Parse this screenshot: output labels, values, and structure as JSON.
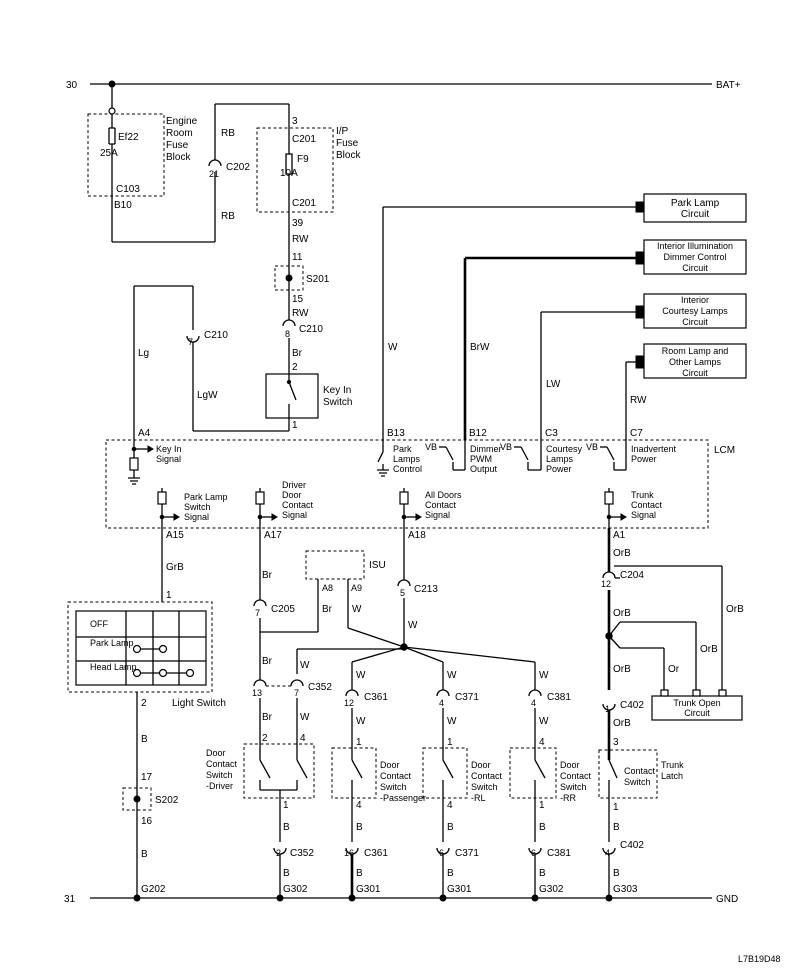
{
  "rails": {
    "left_top": "30",
    "right_top": "BAT+",
    "left_bottom": "31",
    "right_bottom": "GND"
  },
  "drawing_code": "L7B19D48",
  "engine_fuse_block": {
    "label": [
      "Engine",
      "Room",
      "Fuse",
      "Block"
    ],
    "fuse": "Ef22",
    "rating": "25A",
    "connector": "C103",
    "pin": "B10"
  },
  "ip_fuse_block": {
    "label": [
      "I/P",
      "Fuse",
      "Block"
    ],
    "fuse": "F9",
    "rating": "10A",
    "conn_top": "C201",
    "conn_bottom": "C201",
    "pin_top": "3",
    "pin_bottom": "39"
  },
  "wires": {
    "rb1": "RB",
    "rb2": "RB",
    "rw1": "RW",
    "rw2": "RW",
    "lg": "Lg",
    "lgw": "LgW",
    "br": "Br",
    "w": "W",
    "brw": "BrW",
    "lw": "LW",
    "rw3": "RW",
    "grb": "GrB",
    "b": "B",
    "orb": "OrB",
    "or": "Or"
  },
  "connectors": {
    "c202": "C202",
    "c202_pin": "21",
    "s201": "S201",
    "s201_top": "11",
    "s201_bot": "15",
    "c210a": "C210",
    "c210a_pin": "7",
    "c210b": "C210",
    "c210b_pin": "8",
    "c205": "C205",
    "c205_pin": "7",
    "c213": "C213",
    "c213_pin": "5",
    "c204": "C204",
    "c204_pin": "12",
    "c352": "C352",
    "c352_p1": "13",
    "c352_p2": "7",
    "c361": "C361",
    "c361_pin": "12",
    "c371": "C371",
    "c371_pin": "4",
    "c381": "C381",
    "c381_pin": "4",
    "c402": "C402",
    "c402_pin": "1",
    "s202": "S202",
    "s202_top": "17",
    "s202_bot": "16",
    "c352b": "C352",
    "c352b_pin": "2",
    "c361b": "C361",
    "c361b_pin": "16",
    "c371b": "C371",
    "c371b_pin": "6",
    "c381b": "C381",
    "c381b_pin": "6",
    "c402b": "C402",
    "c402b_pin": "4"
  },
  "grounds": {
    "g202": "G202",
    "g302a": "G302",
    "g301a": "G301",
    "g301b": "G301",
    "g302b": "G302",
    "g303": "G303"
  },
  "key_in_switch": {
    "label": [
      "Key In",
      "Switch"
    ],
    "pin_top": "2",
    "pin_bot": "1"
  },
  "lcm": {
    "label": "LCM",
    "vb": "VB",
    "pins": {
      "a4": "A4",
      "b13": "B13",
      "b12": "B12",
      "c3": "C3",
      "c7": "C7",
      "a15": "A15",
      "a17": "A17",
      "a18": "A18",
      "a1": "A1",
      "a8": "A8",
      "a9": "A9"
    },
    "signals": {
      "key_in": [
        "Key In",
        "Signal"
      ],
      "park_lamps": [
        "Park",
        "Lamps",
        "Control"
      ],
      "dimmer": [
        "Dimmer",
        "PWM",
        "Output"
      ],
      "courtesy": [
        "Courtesy",
        "Lamps",
        "Power"
      ],
      "inadvertent": [
        "Inadvertent",
        "Power"
      ],
      "park_switch": [
        "Park Lamp",
        "Switch",
        "Signal"
      ],
      "driver_door": [
        "Driver",
        "Door",
        "Contact",
        "Signal"
      ],
      "all_doors": [
        "All Doors",
        "Contact",
        "Signal"
      ],
      "trunk": [
        "Trunk",
        "Contact",
        "Signal"
      ]
    }
  },
  "circuits": {
    "park_lamp": [
      "Park Lamp",
      "Circuit"
    ],
    "interior_illum": [
      "Interior Illumination",
      "Dimmer Control",
      "Circuit"
    ],
    "interior_courtesy": [
      "Interior",
      "Courtesy Lamps",
      "Circuit"
    ],
    "room_lamp": [
      "Room Lamp and",
      "Other Lamps",
      "Circuit"
    ],
    "trunk_open": [
      "Trunk Open",
      "Circuit"
    ]
  },
  "isu": {
    "label": "ISU"
  },
  "light_switch": {
    "label": "Light Switch",
    "rows": [
      "OFF",
      "Park Lamp",
      "Head Lamp"
    ],
    "pin_top": "1",
    "pin_bot": "2"
  },
  "door_switches": {
    "driver": {
      "label": [
        "Door",
        "Contact",
        "Switch",
        "-Driver"
      ],
      "pin_a": "2",
      "pin_b": "4",
      "pin_bot": "1"
    },
    "passenger": {
      "label": [
        "Door",
        "Contact",
        "Switch",
        "-Passenger"
      ],
      "pin_top": "1",
      "pin_bot": "4"
    },
    "rl": {
      "label": [
        "Door",
        "Contact",
        "Switch",
        "-RL"
      ],
      "pin_top": "1",
      "pin_bot": "4"
    },
    "rr": {
      "label": [
        "Door",
        "Contact",
        "Switch",
        "-RR"
      ],
      "pin_top": "4",
      "pin_bot": "1"
    }
  },
  "trunk_latch": {
    "label": [
      "Trunk",
      "Latch"
    ],
    "inner": [
      "Contact",
      "Switch"
    ],
    "pin_top": "3",
    "pin_bot": "1"
  }
}
